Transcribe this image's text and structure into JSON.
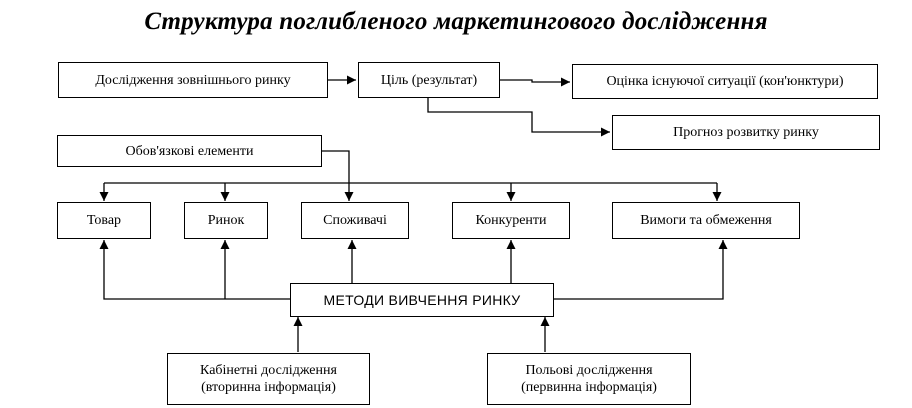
{
  "title": "Структура поглибленого маркетингового дослідження",
  "nodes": {
    "external_market": "Дослідження зовнішнього ринку",
    "goal": "Ціль (результат)",
    "situation": "Оцінка існуючої ситуації (кон'юнктури)",
    "forecast": "Прогноз розвитку ринку",
    "mandatory": "Обов'язкові елементи",
    "product": "Товар",
    "market": "Ринок",
    "consumers": "Споживачі",
    "competitors": "Конкуренти",
    "requirements": "Вимоги та обмеження",
    "methods": "МЕТОДИ ВИВЧЕННЯ РИНКУ",
    "desk_research": {
      "line1": "Кабінетні дослідження",
      "line2": "(вторинна інформація)"
    },
    "field_research": {
      "line1": "Польові дослідження",
      "line2": "(первинна інформація)"
    }
  }
}
